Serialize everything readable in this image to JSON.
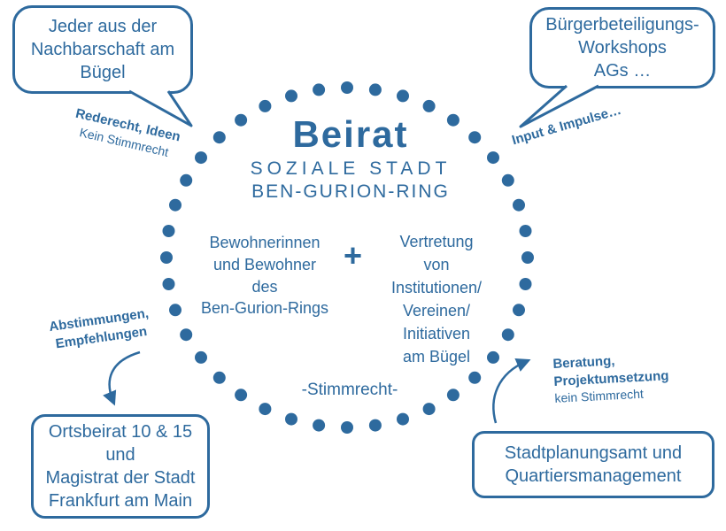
{
  "colors": {
    "blue": "#2e6a9e"
  },
  "center": {
    "title": "Beirat",
    "subtitle_line1": "SOZIALE STADT",
    "subtitle_line2": "BEN-GURION-RING",
    "left_group": "Bewohnerinnen\nund Bewohner\ndes\nBen-Gurion-Rings",
    "plus_sign": "+",
    "right_group": "Vertretung\nvon\nInstitutionen/\nVereinen/\nInitiativen\nam Bügel",
    "voting_note": "-Stimmrecht-"
  },
  "bubbles": {
    "top_left": {
      "text": "Jeder aus der\nNachbarschaft am\nBügel"
    },
    "top_right": {
      "text": "Bürgerbeteiligungs-\nWorkshops\nAGs …"
    },
    "bottom_left": {
      "text": "Ortsbeirat 10 & 15\nund\nMagistrat der Stadt\nFrankfurt am Main"
    },
    "bottom_right": {
      "text": "Stadtplanungsamt und\nQuartiersmanagement"
    }
  },
  "labels": {
    "top_left": {
      "bold": "Rederecht, Ideen",
      "regular": "Kein Stimmrecht"
    },
    "top_right": {
      "bold": "Input & Impulse…"
    },
    "bottom_left": {
      "bold": "Abstimmungen,\nEmpfehlungen"
    },
    "bottom_right": {
      "bold": "Beratung,\nProjektumsetzung",
      "regular": "kein Stimmrecht"
    }
  }
}
